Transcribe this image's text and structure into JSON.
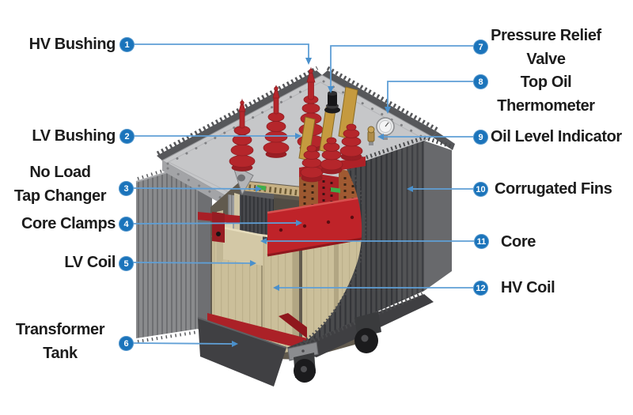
{
  "diagram_title": "Transformer construction diagram",
  "colors": {
    "badge_blue": "#1B74BB",
    "leader_blue": "#5F9FD6",
    "label_text": "#1C1C1C",
    "bushing_red": "#B5262B",
    "clamp_red": "#BF2329",
    "coil_beige": "#CBBF9A",
    "fins_dark": "#4A4B4D",
    "fins_light": "#8A8B8D",
    "lid_gray": "#C6C7C9",
    "copper": "#9C5830",
    "brass": "#C59A3F"
  },
  "labels": [
    {
      "num": "1",
      "text": "HV Bushing"
    },
    {
      "num": "2",
      "text": "LV Bushing"
    },
    {
      "num": "3",
      "text": "No Load\nTap Changer"
    },
    {
      "num": "4",
      "text": "Core Clamps"
    },
    {
      "num": "5",
      "text": "LV Coil"
    },
    {
      "num": "6",
      "text": "Transformer\nTank"
    },
    {
      "num": "7",
      "text": "Pressure Relief\nValve"
    },
    {
      "num": "8",
      "text": "Top Oil\nThermometer"
    },
    {
      "num": "9",
      "text": "Oil Level Indicator"
    },
    {
      "num": "10",
      "text": "Corrugated Fins"
    },
    {
      "num": "11",
      "text": "Core"
    },
    {
      "num": "12",
      "text": "HV Coil"
    }
  ]
}
